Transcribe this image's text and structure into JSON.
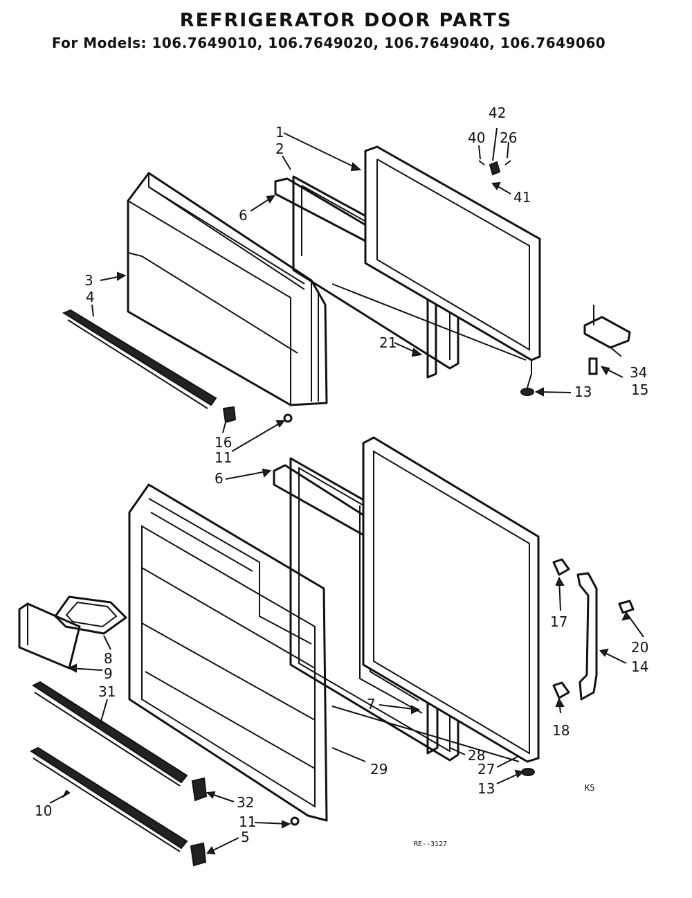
{
  "header": {
    "title": "REFRIGERATOR DOOR PARTS",
    "subtitle": "For Models: 106.7649010, 106.7649020, 106.7649040, 106.7649060"
  },
  "callouts": {
    "c1": "1",
    "c2": "2",
    "c3": "3",
    "c4": "4",
    "c5": "5",
    "c6a": "6",
    "c6b": "6",
    "c7": "7",
    "c8": "8",
    "c9": "9",
    "c10": "10",
    "c11a": "11",
    "c11b": "11",
    "c13a": "13",
    "c13b": "13",
    "c14": "14",
    "c15": "15",
    "c16": "16",
    "c17": "17",
    "c18": "18",
    "c20": "20",
    "c21": "21",
    "c26": "26",
    "c27": "27",
    "c28": "28",
    "c29": "29",
    "c31": "31",
    "c32": "32",
    "c34": "34",
    "c40": "40",
    "c41": "41",
    "c42": "42"
  },
  "codes": {
    "corner": "K5",
    "drawing": "RE--3127"
  }
}
